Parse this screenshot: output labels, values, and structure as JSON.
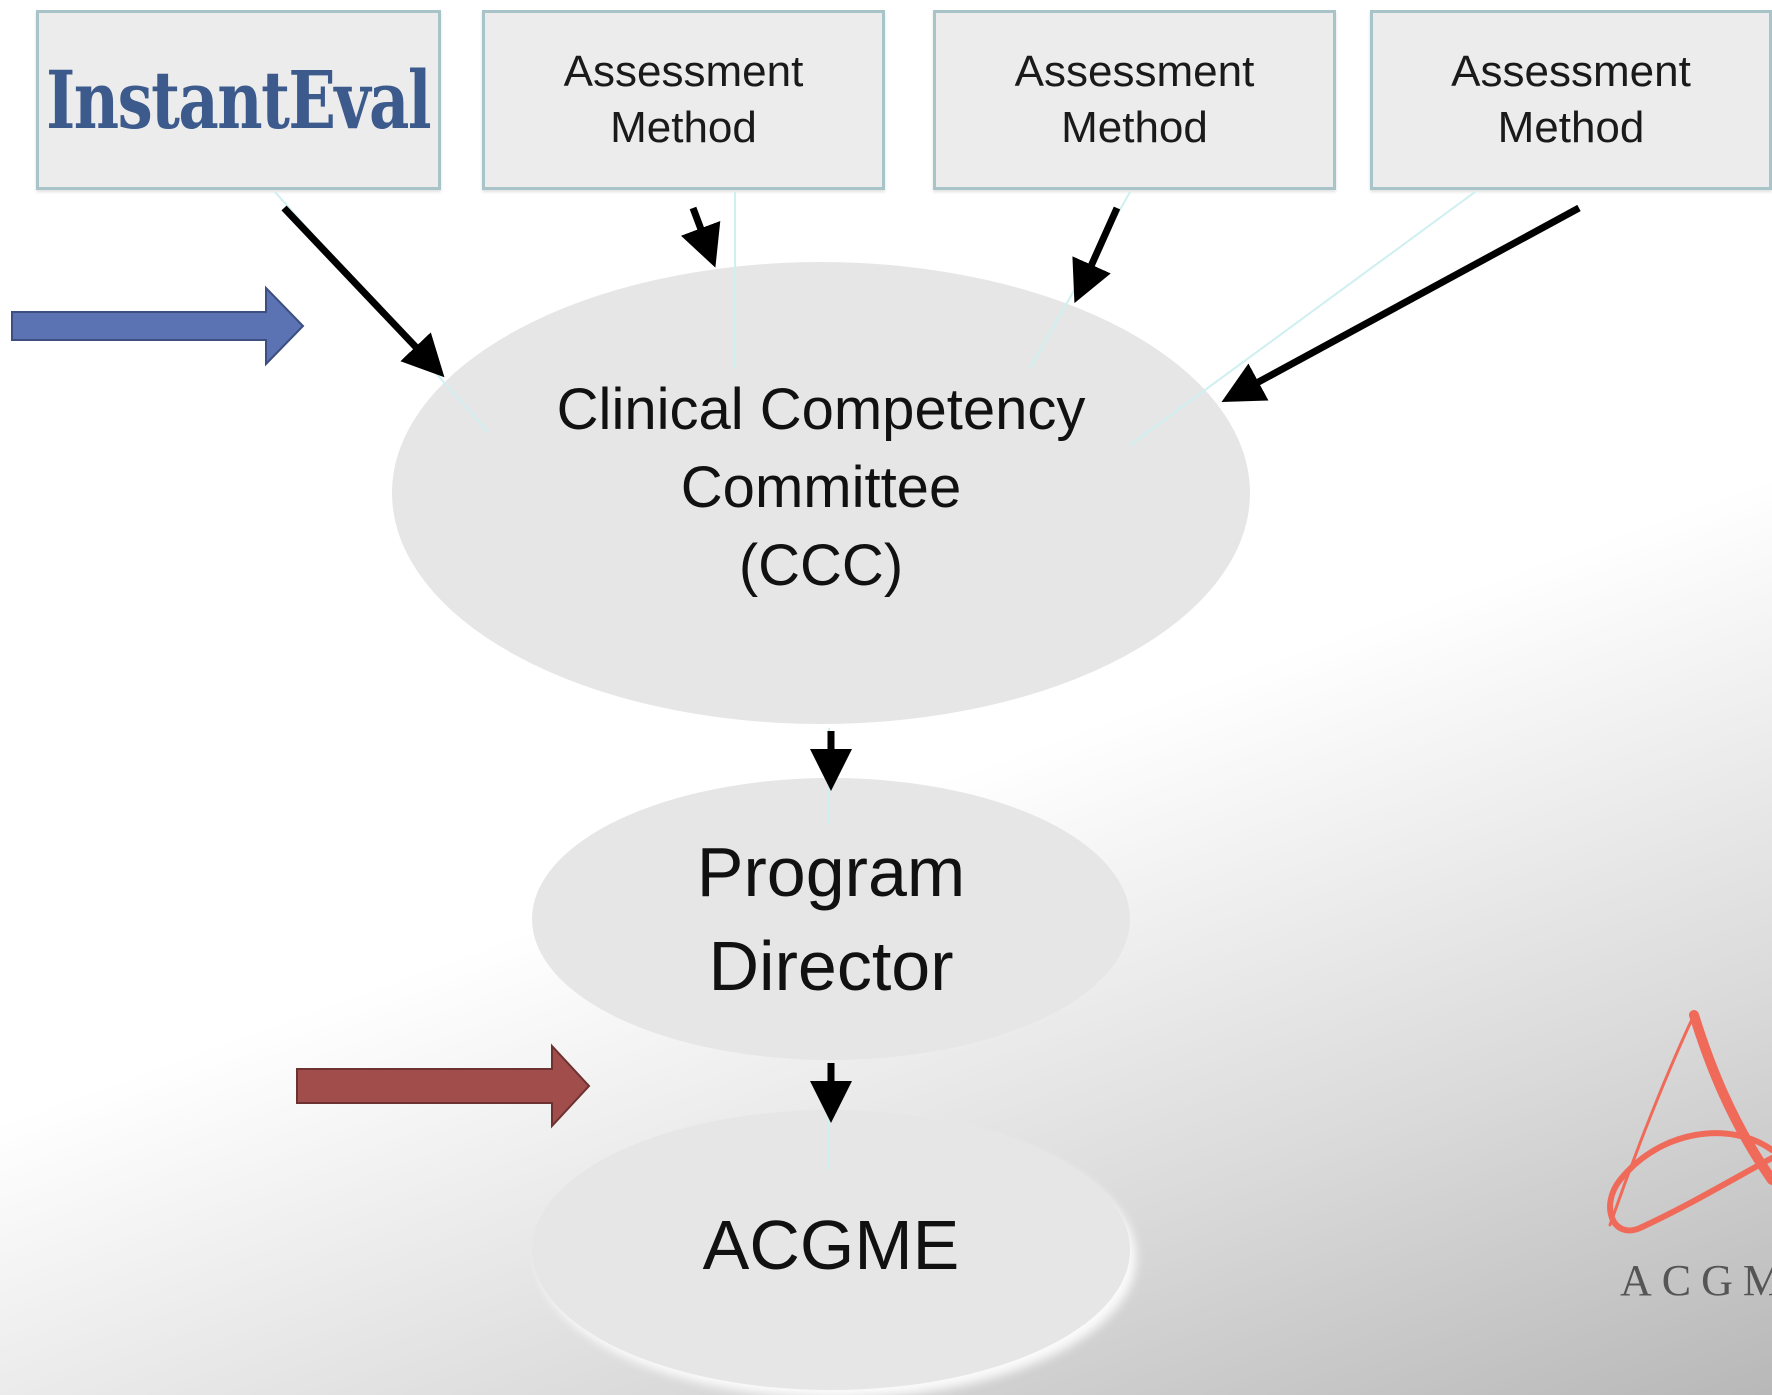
{
  "colors": {
    "box_fill": "#ececec",
    "box_border": "#a9c4c8",
    "ellipse_fill": "#e6e6e6",
    "brand_text": "#3c5a8c",
    "blue_arrow": "#5b73b2",
    "red_arrow": "#a04d4c",
    "logo_red": "#f06a5a"
  },
  "sources": {
    "brand": "InstantEval",
    "methods": [
      "Assessment\nMethod",
      "Assessment\nMethod",
      "Assessment\nMethod"
    ]
  },
  "nodes": {
    "ccc": "Clinical Competency\nCommittee\n(CCC)",
    "program_director": "Program\nDirector",
    "acgme": "ACGME"
  },
  "logo": {
    "text": "ACGM"
  }
}
